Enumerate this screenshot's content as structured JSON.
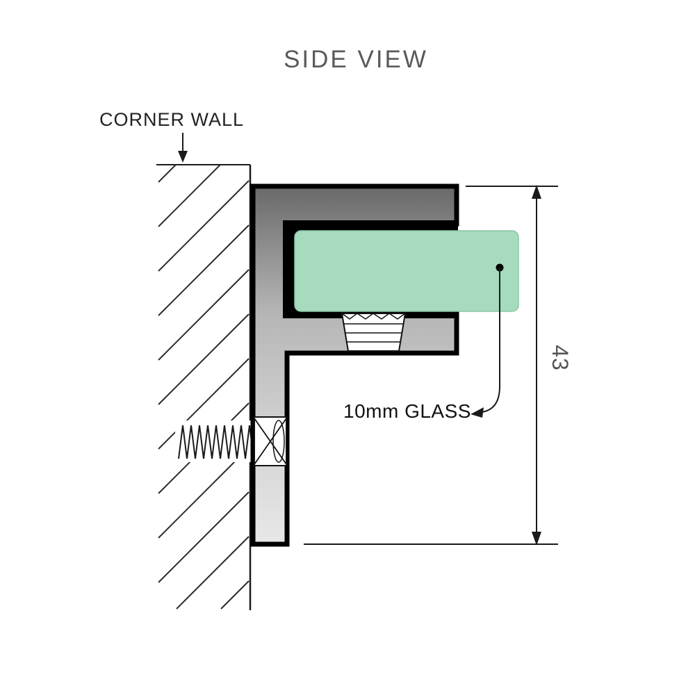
{
  "title": "SIDE VIEW",
  "labels": {
    "corner_wall": "CORNER WALL",
    "glass": "10mm GLASS",
    "dimension_height": "43"
  },
  "colors": {
    "glass_fill": "#a6dbbd",
    "glass_edge": "#8cc7a8",
    "metal_dark": "#696969",
    "metal_light": "#e8e8e8",
    "outline": "#000000",
    "title_text": "#5a5a5a",
    "label_text": "#1f1f1f",
    "dimension_text": "#555555"
  }
}
